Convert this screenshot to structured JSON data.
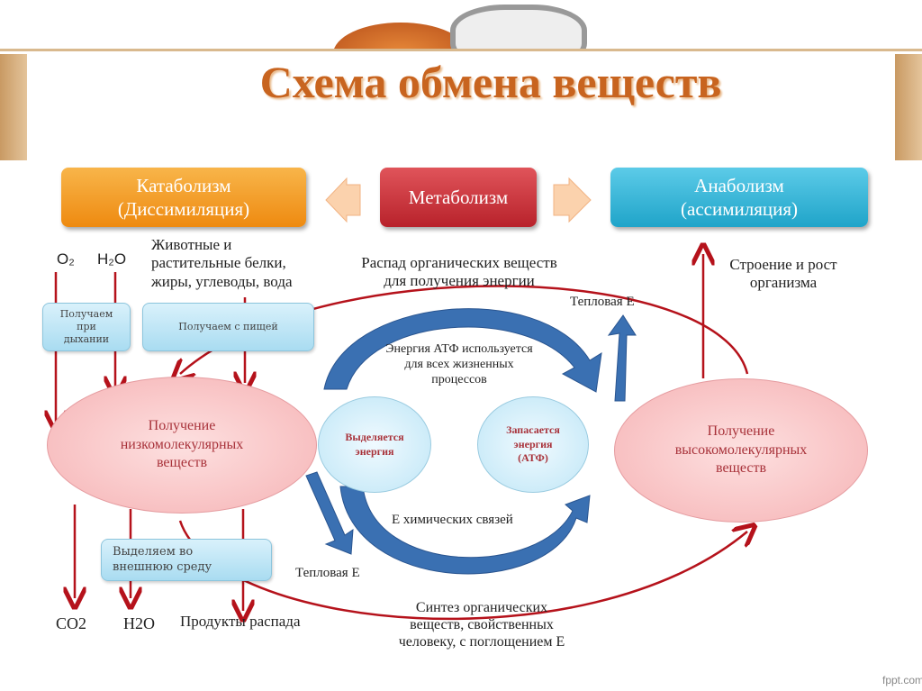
{
  "title": "Схема обмена веществ",
  "top_boxes": {
    "catabolism": [
      "Катаболизм",
      "(Диссимиляция)"
    ],
    "metabolism": "Метаболизм",
    "anabolism": [
      "Анаболизм",
      "(ассимиляция)"
    ]
  },
  "inputs": {
    "o2": "O₂",
    "h2o": "H₂O",
    "food": [
      "Животные и",
      "растительные белки,",
      "жиры, углеводы, вода"
    ]
  },
  "decay_label": [
    "Распад органических веществ",
    "для получения энергии"
  ],
  "growth_label": [
    "Строение и рост",
    "организма"
  ],
  "source_boxes": {
    "breathing": [
      "Получаем",
      "при",
      "дыхании"
    ],
    "food": "Получаем с пищей"
  },
  "heat_top": "Тепловая Е",
  "atp_usage": [
    "Энергия АТФ используется",
    "для всех жизненных",
    "процессов"
  ],
  "ellipses": {
    "low_molecular": [
      "Получение",
      "низкомолекулярных",
      "веществ"
    ],
    "released": [
      "Выделяется",
      "энергия"
    ],
    "stored": [
      "Запасается",
      "энергия",
      "(АТФ)"
    ],
    "high_molecular": [
      "Получение",
      "высокомолекулярных",
      "веществ"
    ]
  },
  "chem_bonds": "Е химических связей",
  "excrete_box": [
    "Выделяем во",
    "внешнюю среду"
  ],
  "heat_bottom": "Тепловая Е",
  "outputs": {
    "co2": "CO2",
    "h2o": "H2O",
    "decay_products": "Продукты распада"
  },
  "synthesis_label": [
    "Синтез органических",
    "веществ, свойственных",
    "человеку, с поглощением Е"
  ],
  "watermark": "fppt.com",
  "colors": {
    "orange": "#f29a1f",
    "red": "#c8323a",
    "blue": "#2ab1d4",
    "arrow_red": "#b5121b",
    "arrow_blue": "#3a6fb0"
  }
}
